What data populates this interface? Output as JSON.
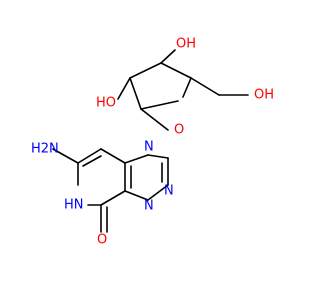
{
  "molecule": {
    "colors": {
      "carbon_bond": "#000000",
      "nitrogen": "#0000ff",
      "oxygen": "#ff0000",
      "background": "#ffffff"
    },
    "labels": {
      "oh_top": "OH",
      "ho_left": "HO",
      "oh_ch2": "OH",
      "ring_oxygen": "O",
      "amine": "H2N",
      "n1": "N",
      "n2": "N",
      "n3": "N",
      "nh": "HN",
      "carbonyl_o": "O"
    }
  }
}
